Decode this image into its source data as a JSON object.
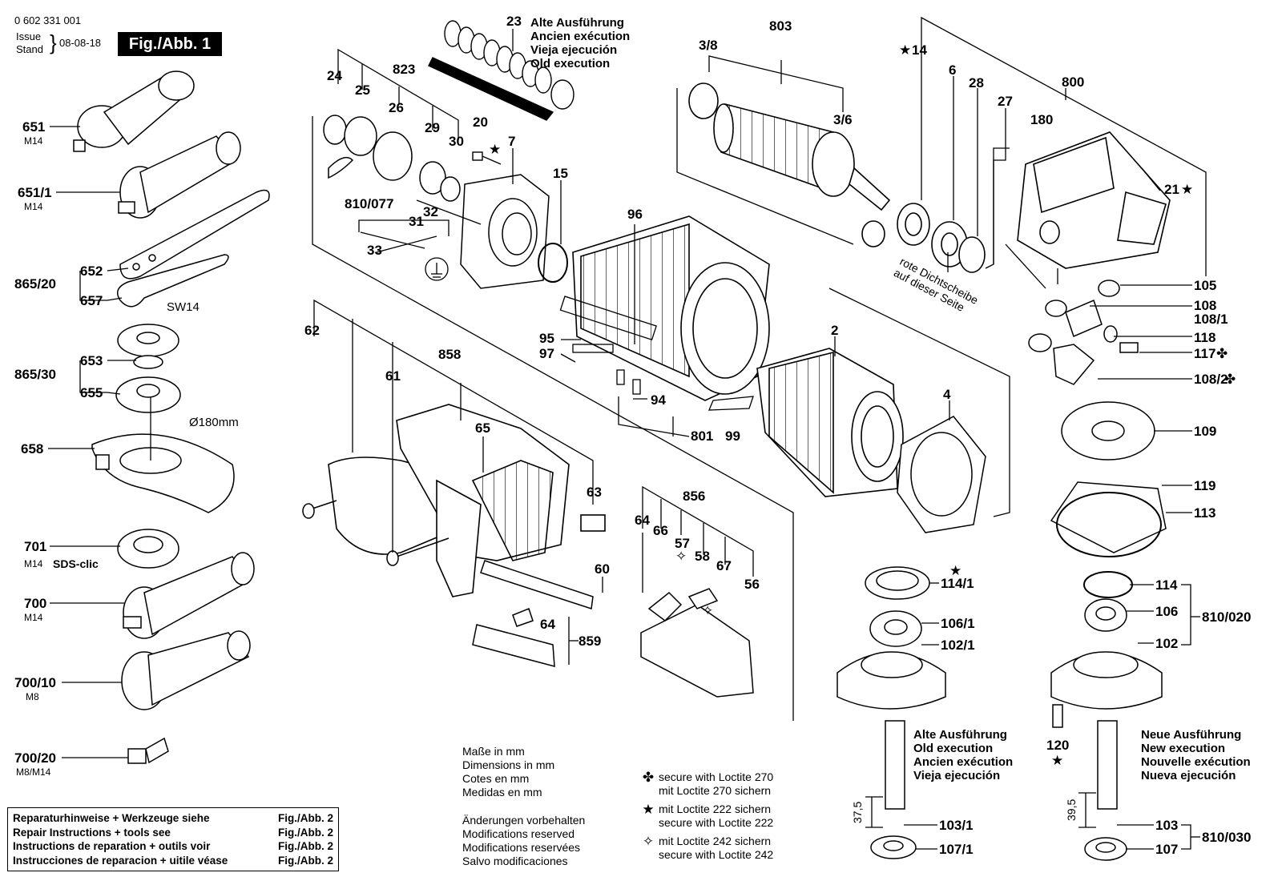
{
  "header": {
    "part_number": "0 602 331 001",
    "issue_label": "Issue",
    "stand_label": "Stand",
    "date": "08-08-18",
    "figure": "Fig./Abb. 1"
  },
  "old_execution_top": [
    "Alte Ausführung",
    "Ancien exécution",
    "Vieja ejecución",
    "Old execution"
  ],
  "old_execution_bottom": [
    "Alte Ausführung",
    "Old execution",
    "Ancien exécution",
    "Vieja ejecución"
  ],
  "new_execution_bottom": [
    "Neue Ausführung",
    "New execution",
    "Nouvelle exécution",
    "Nueva ejecución"
  ],
  "notes": {
    "dimensions": [
      "Maße in mm",
      "Dimensions in mm",
      "Cotes en mm",
      "Medidas en mm"
    ],
    "modifications": [
      "Änderungen vorbehalten",
      "Modifications reserved",
      "Modifications reservées",
      "Salvo modificaciones"
    ]
  },
  "loctite": [
    {
      "symbol": "✤",
      "lines": [
        "secure with Loctite 270",
        "mit Loctite 270 sichern"
      ]
    },
    {
      "symbol": "★",
      "lines": [
        "mit Loctite 222 sichern",
        "secure with Loctite 222"
      ]
    },
    {
      "symbol": "✧",
      "lines": [
        "mit Loctite 242 sichern",
        "secure with Loctite 242"
      ]
    }
  ],
  "repair_box": [
    {
      "text": "Reparaturhinweise + Werkzeuge siehe",
      "ref": "Fig./Abb. 2"
    },
    {
      "text": "Repair Instructions + tools see",
      "ref": "Fig./Abb. 2"
    },
    {
      "text": "Instructions de reparation + outils voir",
      "ref": "Fig./Abb. 2"
    },
    {
      "text": "Instrucciones de reparacion + uitile véase",
      "ref": "Fig./Abb. 2"
    }
  ],
  "seal_note": [
    "rote Dichtscheibe",
    "auf dieser Seite"
  ],
  "accessory_labels": [
    {
      "num": "651",
      "sub": "M14"
    },
    {
      "num": "651/1",
      "sub": "M14"
    },
    {
      "num": "652",
      "sub": ""
    },
    {
      "num": "865/20",
      "sub": ""
    },
    {
      "num": "657",
      "sub": ""
    },
    {
      "num": "SW14",
      "sub": ""
    },
    {
      "num": "653",
      "sub": ""
    },
    {
      "num": "865/30",
      "sub": ""
    },
    {
      "num": "655",
      "sub": ""
    },
    {
      "num": "Ø180mm",
      "sub": ""
    },
    {
      "num": "658",
      "sub": ""
    },
    {
      "num": "701",
      "sub": "M14"
    },
    {
      "num": "SDS-clic",
      "sub": ""
    },
    {
      "num": "700",
      "sub": "M14"
    },
    {
      "num": "700/10",
      "sub": "M8"
    },
    {
      "num": "700/20",
      "sub": "M8/M14"
    }
  ],
  "part_labels": [
    "24",
    "25",
    "26",
    "29",
    "30",
    "823",
    "23",
    "20",
    "7",
    "810/077",
    "31",
    "32",
    "33",
    "15",
    "96",
    "95",
    "97",
    "94",
    "801",
    "99",
    "2",
    "62",
    "61",
    "858",
    "65",
    "63",
    "856",
    "64",
    "66",
    "57",
    "58",
    "67",
    "56",
    "60",
    "859",
    "3/8",
    "803",
    "3/6",
    "14",
    "6",
    "28",
    "27",
    "800",
    "180",
    "21",
    "105",
    "108",
    "108/1",
    "118",
    "117",
    "108/2",
    "4",
    "109",
    "119",
    "113",
    "114/1",
    "106/1",
    "102/1",
    "114",
    "106",
    "102",
    "810/020",
    "120",
    "103/1",
    "107/1",
    "103",
    "107",
    "810/030",
    "37,5",
    "39,5"
  ]
}
